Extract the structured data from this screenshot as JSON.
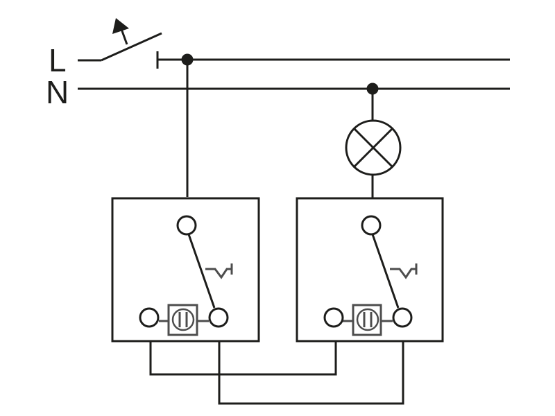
{
  "labels": {
    "line": "L",
    "neutral": "N"
  },
  "colors": {
    "wire": "#1d1d1b",
    "control": "#4d4d4d",
    "background": "#ffffff"
  },
  "components": {
    "main_switch": "pushbutton-switch-icon",
    "lamp": "lamp-icon",
    "switch_units": [
      {
        "name": "left-two-way-switch"
      },
      {
        "name": "right-two-way-switch"
      }
    ]
  }
}
